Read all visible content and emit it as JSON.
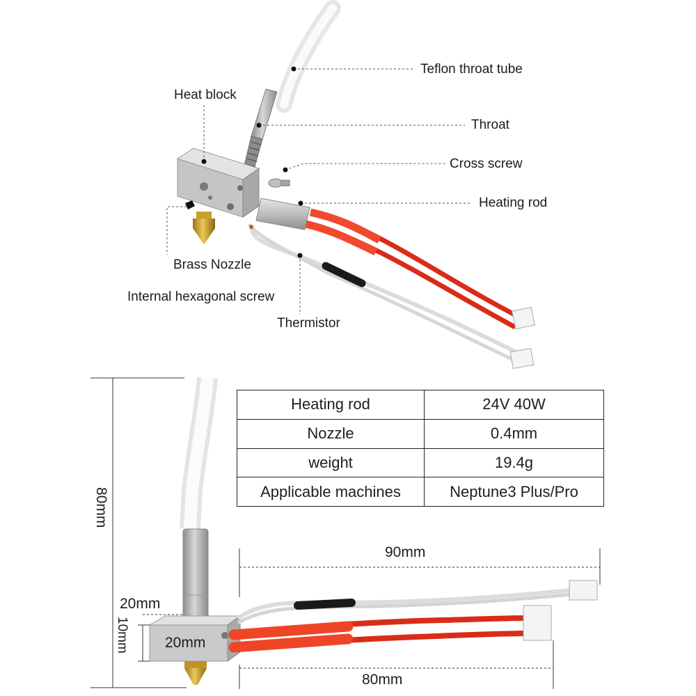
{
  "labels": {
    "teflon_tube": "Teflon throat tube",
    "heat_block": "Heat block",
    "throat": "Throat",
    "cross_screw": "Cross screw",
    "heating_rod": "Heating rod",
    "brass_nozzle": "Brass Nozzle",
    "hex_screw": "Internal hexagonal screw",
    "thermistor": "Thermistor"
  },
  "specs": [
    {
      "name": "Heating rod",
      "value": "24V 40W"
    },
    {
      "name": "Nozzle",
      "value": "0.4mm"
    },
    {
      "name": "weight",
      "value": "19.4g"
    },
    {
      "name": "Applicable machines",
      "value": "Neptune3 Plus/Pro"
    }
  ],
  "dimensions": {
    "height": "80mm",
    "cable_long": "90mm",
    "cable_short": "80mm",
    "block_width": "20mm",
    "block_depth": "20mm",
    "block_height": "10mm"
  },
  "colors": {
    "aluminum": "#c8c8c8",
    "steel": "#a9a9a9",
    "brass": "#c9a227",
    "wire_red": "#e2331d",
    "ptfe": "#f1f1f1",
    "sleeve_black": "#1a1a1a"
  }
}
